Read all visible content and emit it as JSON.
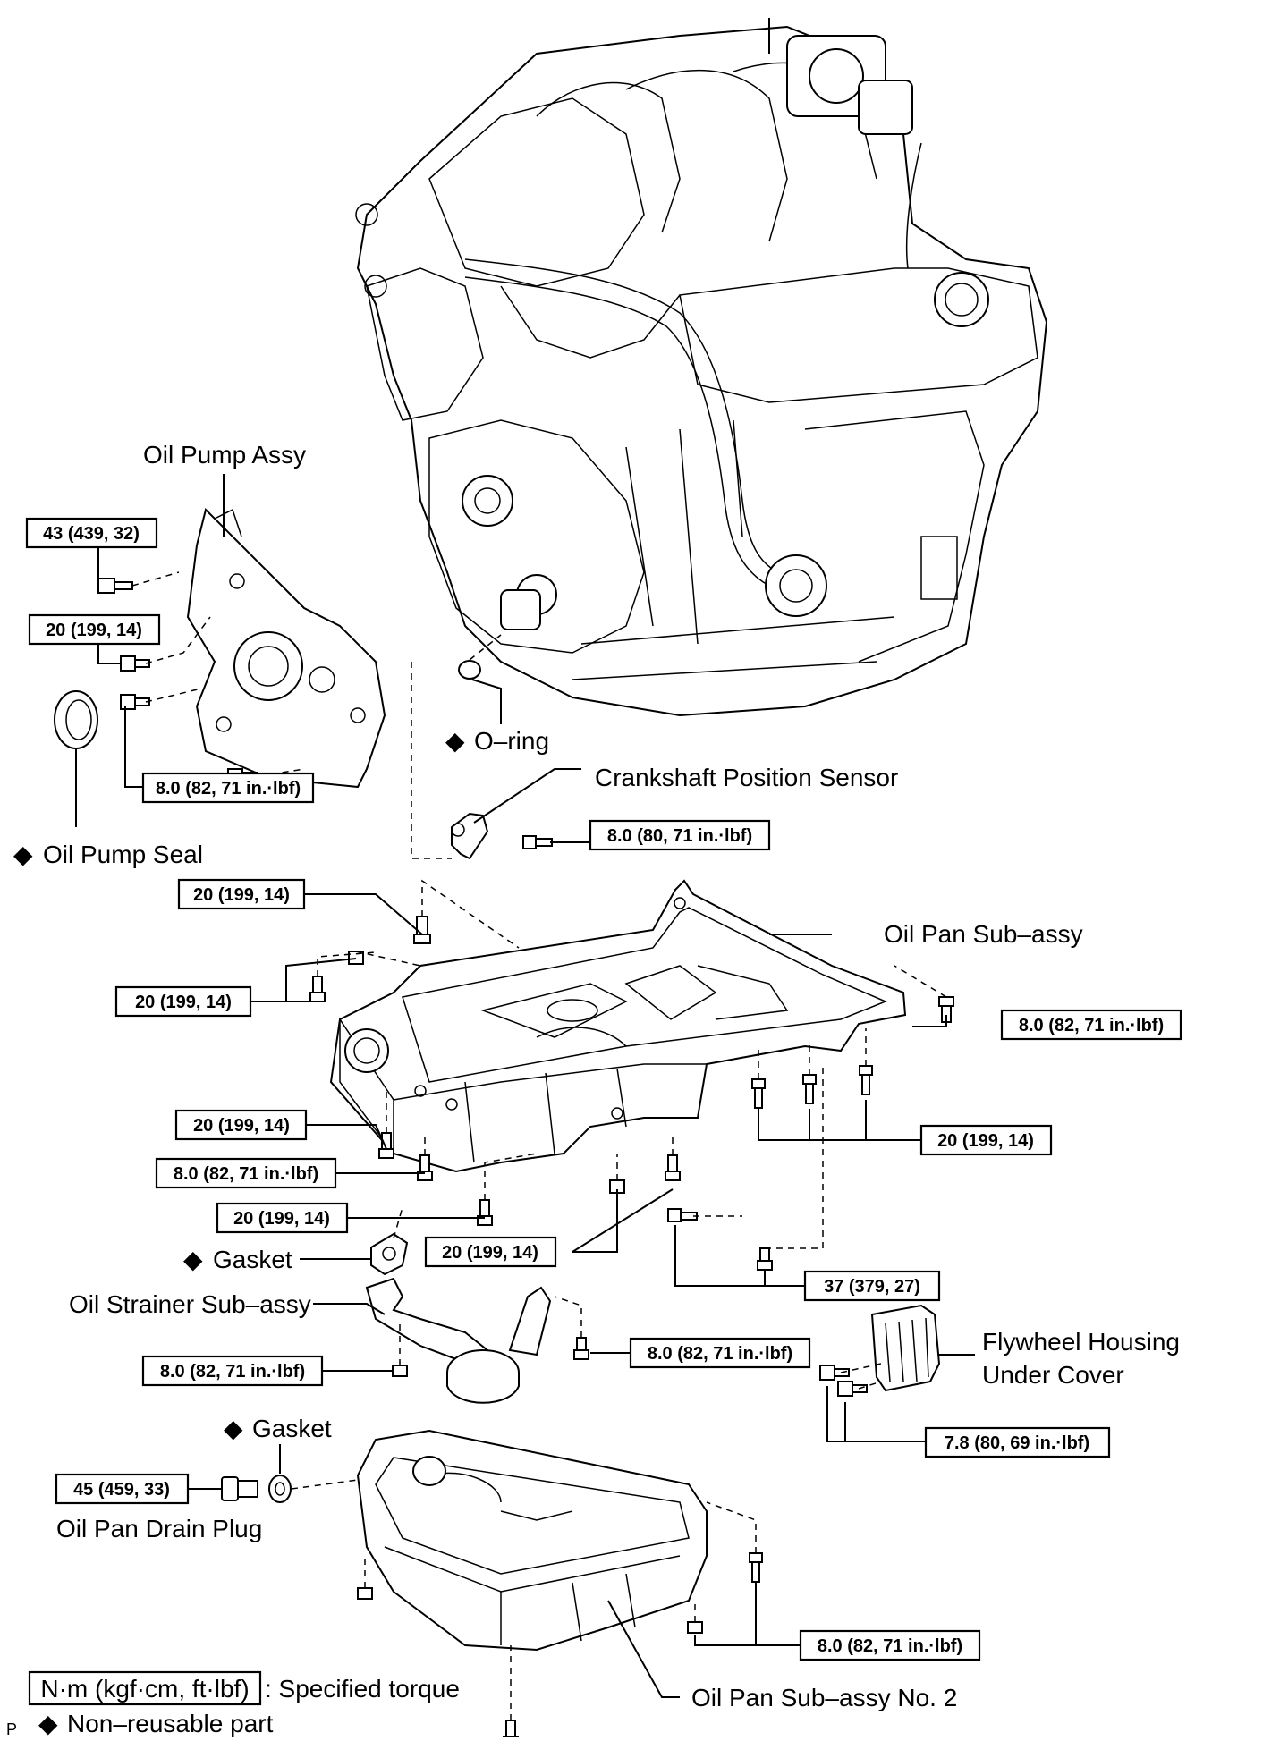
{
  "labels": {
    "oil_pump_assy": "Oil Pump Assy",
    "o_ring": "O–ring",
    "crankshaft_position_sensor": "Crankshaft Position Sensor",
    "oil_pump_seal": "Oil Pump Seal",
    "oil_pan_sub_assy": "Oil Pan Sub–assy",
    "gasket_1": "Gasket",
    "oil_strainer_sub_assy": "Oil Strainer Sub–assy",
    "flywheel_housing_under_cover_line1": "Flywheel Housing",
    "flywheel_housing_under_cover_line2": "Under Cover",
    "gasket_2": "Gasket",
    "oil_pan_drain_plug": "Oil Pan Drain Plug",
    "oil_pan_sub_assy_no2": "Oil Pan Sub–assy No. 2"
  },
  "torque": {
    "pump_bolt_top": "43 (439, 32)",
    "pump_bolt_mid": "20 (199, 14)",
    "pump_bolt_low": "8.0 (82, 71 in.·lbf)",
    "sensor_bolt": "8.0 (80, 71 in.·lbf)",
    "pan_top_bolt": "20 (199, 14)",
    "pan_left_bolt": "20 (199, 14)",
    "pan_right_bolt": "8.0 (82, 71 in.·lbf)",
    "pan_front_bolt_a": "20 (199, 14)",
    "pan_front_bolt_b": "8.0 (82, 71 in.·lbf)",
    "pan_front_bolt_c": "20 (199, 14)",
    "pan_bottom_bolts": "20 (199, 14)",
    "pan_nuts_center": "20 (199, 14)",
    "pan_bolt_37": "37 (379, 27)",
    "strainer_nut": "8.0 (82, 71 in.·lbf)",
    "strainer_bolt": "8.0 (82, 71 in.·lbf)",
    "flywheel_cover_bolts": "7.8 (80, 69 in.·lbf)",
    "drain_plug": "45 (459, 33)",
    "pan2_bolts": "8.0 (82, 71 in.·lbf)"
  },
  "legend": {
    "torque_unit": "N·m (kgf·cm, ft·lbf)",
    "torque_desc": ": Specified torque",
    "nonreusable_symbol": "◆",
    "nonreusable_desc": "Non–reusable part"
  },
  "symbols": {
    "diamond": "◆"
  },
  "footer": {
    "page_mark": "P"
  }
}
